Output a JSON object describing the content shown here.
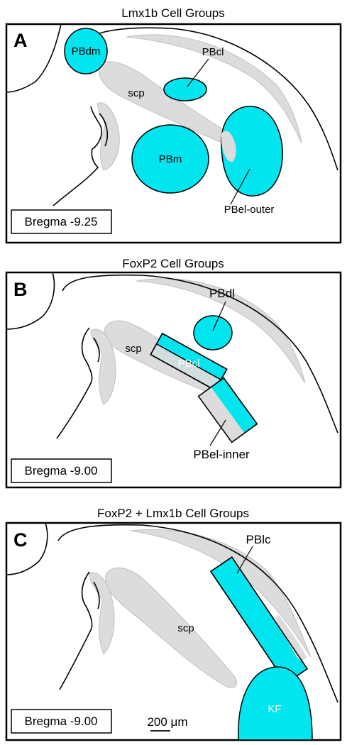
{
  "panels": [
    {
      "letter": "A",
      "title": "Lmx1b Cell Groups",
      "bregma": "Bregma -9.25",
      "labels": {
        "pbdm": "PBdm",
        "pbcl": "PBcl",
        "scp": "scp",
        "pbm": "PBm",
        "pbel_outer": "PBel-outer"
      }
    },
    {
      "letter": "B",
      "title": "FoxP2 Cell Groups",
      "bregma": "Bregma -9.00",
      "labels": {
        "pbdl": "PBdl",
        "scp": "scp",
        "pbcl": "PBcl",
        "pbel_inner": "PBel-inner"
      }
    },
    {
      "letter": "C",
      "title": "FoxP2 + Lmx1b Cell Groups",
      "bregma": "Bregma -9.00",
      "labels": {
        "pblc": "PBlc",
        "scp": "scp",
        "kf": "KF"
      },
      "scale_bar": "200 μm"
    }
  ],
  "colors": {
    "cyan": "#00e5ee",
    "gray": "#dcdcdc",
    "outline": "#000000"
  }
}
